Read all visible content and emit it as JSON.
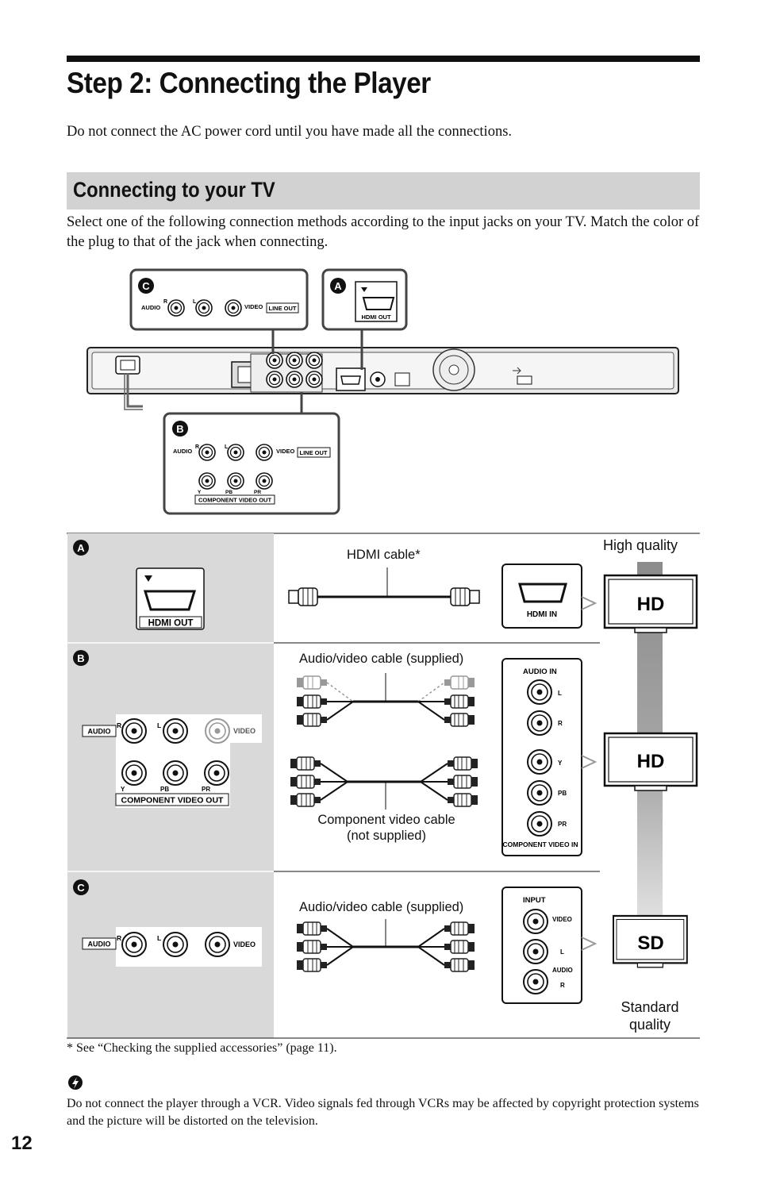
{
  "page": {
    "title": "Step 2: Connecting the Player",
    "intro": "Do not connect the AC power cord until you have made all the connections.",
    "section_title": "Connecting to your TV",
    "paragraph": "Select one of the following connection methods according to the input jacks on your TV. Match the color of the plug to that of the jack when connecting.",
    "footnote": "* See “Checking the supplied accessories” (page 11).",
    "note": "Do not connect the player through a VCR. Video signals fed through VCRs may be affected by copyright protection systems and the picture will be distorted on the television.",
    "page_number": "12"
  },
  "player_panel": {
    "callout_a": "A",
    "callout_b": "B",
    "callout_c": "C",
    "hdmi_out": "HDMI OUT",
    "audio": "AUDIO",
    "r": "R",
    "l": "L",
    "video": "VIDEO",
    "line_out": "LINE OUT",
    "y": "Y",
    "pb": "PB",
    "pr": "PR",
    "component_video_out": "COMPONENT VIDEO OUT"
  },
  "connections": {
    "hdmi_cable": "HDMI cable",
    "hdmi_cable_mark": "*",
    "av_cable": "Audio/video cable (supplied)",
    "component_cable": "Component video cable",
    "component_cable_note": "(not supplied)",
    "hdmi_in": "HDMI IN",
    "audio_in": "AUDIO IN",
    "component_video_in": "COMPONENT VIDEO IN",
    "input": "INPUT",
    "audio_label": "AUDIO"
  },
  "quality": {
    "high": "High quality",
    "standard_line1": "Standard",
    "standard_line2": "quality",
    "hd": "HD",
    "sd": "SD"
  },
  "colors": {
    "grey_panel": "#d9d9d9",
    "section_bar": "#d2d2d2",
    "player_body": "#e8e8e8"
  }
}
